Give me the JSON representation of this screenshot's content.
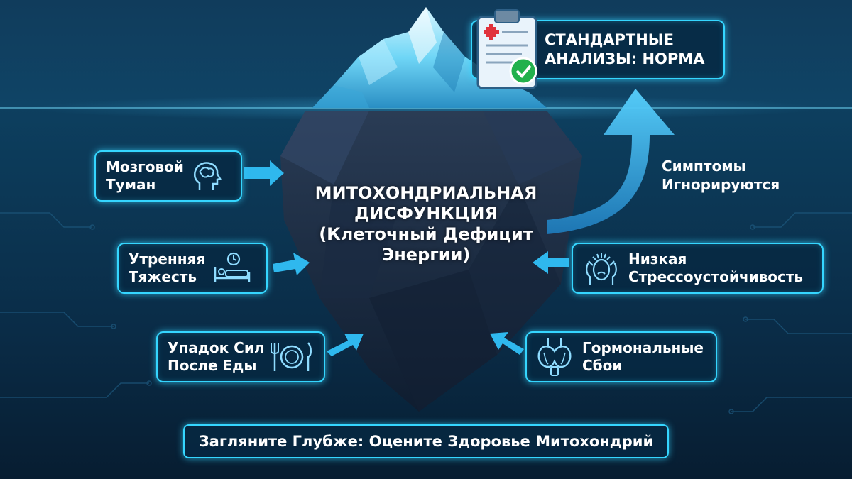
{
  "colors": {
    "accent": "#35d6ff",
    "background": "#0b2c45",
    "ice_tip": "#8fe6ff",
    "iceberg_body": "#1c2f45",
    "arrow": "#2fb8ee",
    "check_green": "#22b14c",
    "cross_red": "#e0323c"
  },
  "top_badge": {
    "icon": "clipboard-check-icon",
    "lines": [
      "СТАНДАРТНЫЕ",
      "АНАЛИЗЫ: НОРМА"
    ]
  },
  "core": {
    "lines": [
      "МИТОХОНДРИАЛЬНАЯ",
      "ДИСФУНКЦИЯ",
      "(Клеточный Дефицит",
      "Энергии)"
    ]
  },
  "side_note": {
    "lines": [
      "Симптомы",
      "Игнорируются"
    ]
  },
  "symptoms": {
    "brain_fog": {
      "icon": "brain-head-icon",
      "lines": [
        "Мозговой",
        "Туман"
      ]
    },
    "morning": {
      "icon": "bed-clock-icon",
      "lines": [
        "Утренняя",
        "Тяжесть"
      ]
    },
    "after_meal": {
      "icon": "fork-plate-knife-icon",
      "lines": [
        "Упадок Сил",
        "После Еды"
      ]
    },
    "stress": {
      "icon": "stressed-head-icon",
      "lines": [
        "Низкая",
        "Стрессоустойчивость"
      ]
    },
    "hormones": {
      "icon": "thyroid-icon",
      "lines": [
        "Гормональные",
        "Сбои"
      ]
    }
  },
  "cta": {
    "label": "Загляните Глубже: Оцените Здоровье Митохондрий"
  }
}
